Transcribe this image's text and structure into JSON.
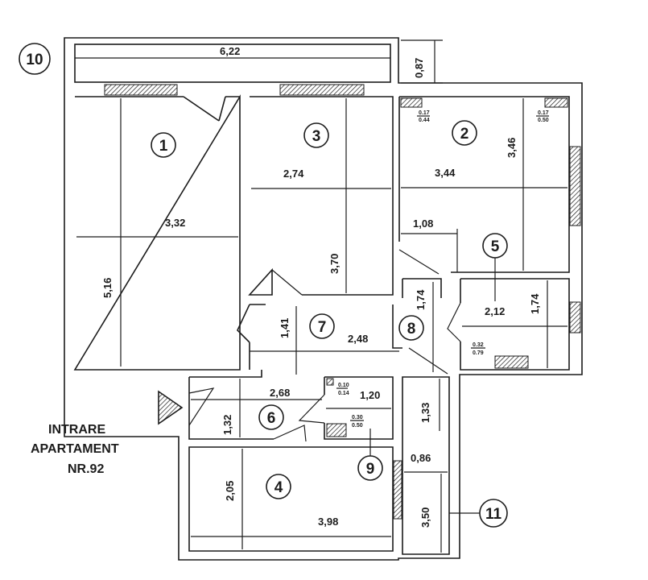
{
  "rooms": [
    {
      "id": "r1",
      "number": "1"
    },
    {
      "id": "r2",
      "number": "2"
    },
    {
      "id": "r3",
      "number": "3"
    },
    {
      "id": "r4",
      "number": "4"
    },
    {
      "id": "r5",
      "number": "5"
    },
    {
      "id": "r6",
      "number": "6"
    },
    {
      "id": "r7",
      "number": "7"
    },
    {
      "id": "r8",
      "number": "8"
    },
    {
      "id": "r9",
      "number": "9"
    },
    {
      "id": "r10",
      "number": "10"
    },
    {
      "id": "r11",
      "number": "11"
    }
  ],
  "dimensions": {
    "balcony_length": "6,22",
    "balcony_depth": "0,87",
    "r1_width": "3,32",
    "r1_length": "5,16",
    "r3_width": "2,74",
    "r3_length": "3,70",
    "r2_width": "3,44",
    "r2_length": "3,46",
    "r2_niche": "1,08",
    "r5_width": "2,12",
    "r5_length": "1,74",
    "r8_length": "1,74",
    "r7_width": "2,48",
    "r7_length": "1,41",
    "r6_width": "2,68",
    "r6_length": "1,32",
    "r9_width": "1,20",
    "r11_length_a": "1,33",
    "r11_width": "0,86",
    "r11_length_b": "3,50",
    "r4_width": "3,98",
    "r4_length": "2,05"
  },
  "ducts": {
    "d1_top": "0.17",
    "d1_bottom": "0.44",
    "d2_top": "0.17",
    "d2_bottom": "0.50",
    "d3_top": "0.32",
    "d3_bottom": "0.79",
    "d4_top": "0.10",
    "d4_bottom": "0.14",
    "d5_top": "0.30",
    "d5_bottom": "0.50"
  },
  "entrance": {
    "line1": "INTRARE",
    "line2": "APARTAMENT",
    "line3": "NR.92"
  }
}
